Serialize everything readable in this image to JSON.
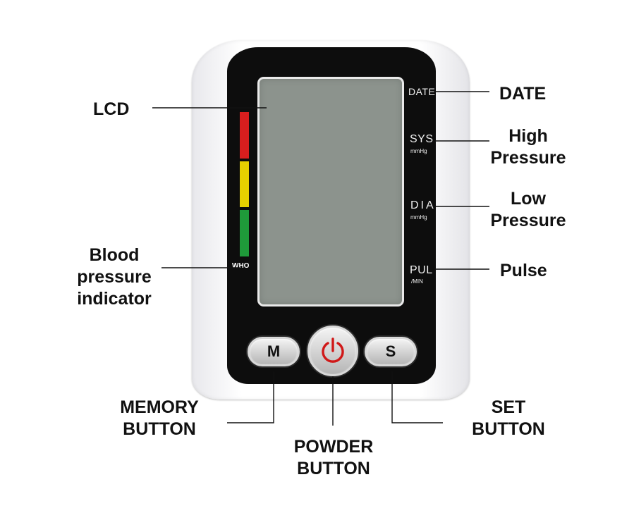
{
  "labels": {
    "lcd": "LCD",
    "date": "DATE",
    "high_pressure": [
      "High",
      "Pressure"
    ],
    "low_pressure": [
      "Low",
      "Pressure"
    ],
    "pulse": "Pulse",
    "bp_indicator": [
      "Blood",
      "pressure",
      "indicator"
    ],
    "memory_button": [
      "MEMORY",
      "BUTTON"
    ],
    "power_button": [
      "POWDER",
      "BUTTON"
    ],
    "set_button": [
      "SET",
      "BUTTON"
    ]
  },
  "device": {
    "who_label": "WHO",
    "date_label": "DATE",
    "sys_label": "SYS",
    "sys_unit": "mmHg",
    "dia_label": "DIA",
    "dia_unit": "mmHg",
    "pul_label": "PUL",
    "pul_unit": "/MIN",
    "memory_key": "M",
    "set_key": "S",
    "indicator_colors": [
      "#d81e1e",
      "#e6d000",
      "#1f9a3a"
    ],
    "power_icon": "power-icon",
    "power_icon_color": "#d01818",
    "lcd_color": "#8c938d",
    "face_color": "#0d0d0d"
  }
}
